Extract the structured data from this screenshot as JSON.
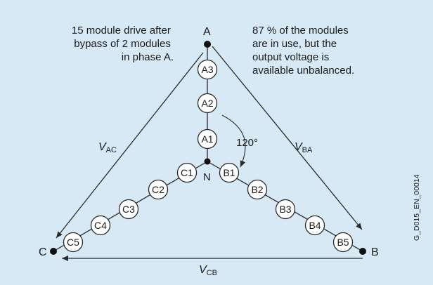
{
  "colors": {
    "background": "#d6e9f5",
    "outer": "#ffffff",
    "stroke": "#2a2a2a",
    "node_fill": "#ffffff",
    "dot": "#111111"
  },
  "text": {
    "left_note": [
      "15 module drive after",
      "bypass of 2 modules",
      "in phase A."
    ],
    "right_note": [
      "87 % of the modules",
      "are in use, but the",
      "output voltage is",
      "available unbalanced."
    ],
    "angle": "120°",
    "figure_id": "G_D015_EN_00014"
  },
  "vertices": {
    "A": "A",
    "B": "B",
    "C": "C",
    "N": "N"
  },
  "voltages": [
    {
      "main": "V",
      "sub": "AC"
    },
    {
      "main": "V",
      "sub": "BA"
    },
    {
      "main": "V",
      "sub": "CB"
    }
  ],
  "modules": {
    "A": [
      "A1",
      "A2",
      "A3"
    ],
    "B": [
      "B1",
      "B2",
      "B3",
      "B4",
      "B5"
    ],
    "C": [
      "C1",
      "C2",
      "C3",
      "C4",
      "C5"
    ]
  }
}
